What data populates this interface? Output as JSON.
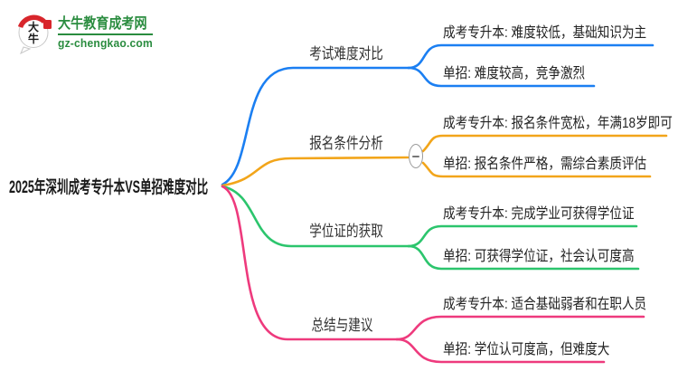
{
  "logo": {
    "icon_text": "大牛",
    "title": "大牛教育成考网",
    "subtitle": "gz-chengkao.com",
    "brand_color": "#2a8c3f",
    "seal_color": "#d8262c"
  },
  "central_topic": "2025年深圳成考专升本VS单招难度对比",
  "collapse_button": {
    "symbol": "−",
    "border_color": "#999999"
  },
  "branches": [
    {
      "label": "考试难度对比",
      "color": "#1b7ff2",
      "children": [
        "成考专升本: 难度较低，基础知识为主",
        "单招: 难度较高，竞争激烈"
      ]
    },
    {
      "label": "报名条件分析",
      "color": "#f2a51a",
      "children": [
        "成考专升本: 报名条件宽松，年满18岁即可",
        "单招: 报名条件严格，需综合素质评估"
      ]
    },
    {
      "label": "学位证的获取",
      "color": "#2cc56d",
      "children": [
        "成考专升本: 完成学业可获得学位证",
        "单招: 可获得学位证，社会认可度高"
      ]
    },
    {
      "label": "总结与建议",
      "color": "#ee3a7d",
      "children": [
        "成考专升本: 适合基础弱者和在职人员",
        "单招: 学位认可度高，但难度大"
      ]
    }
  ]
}
